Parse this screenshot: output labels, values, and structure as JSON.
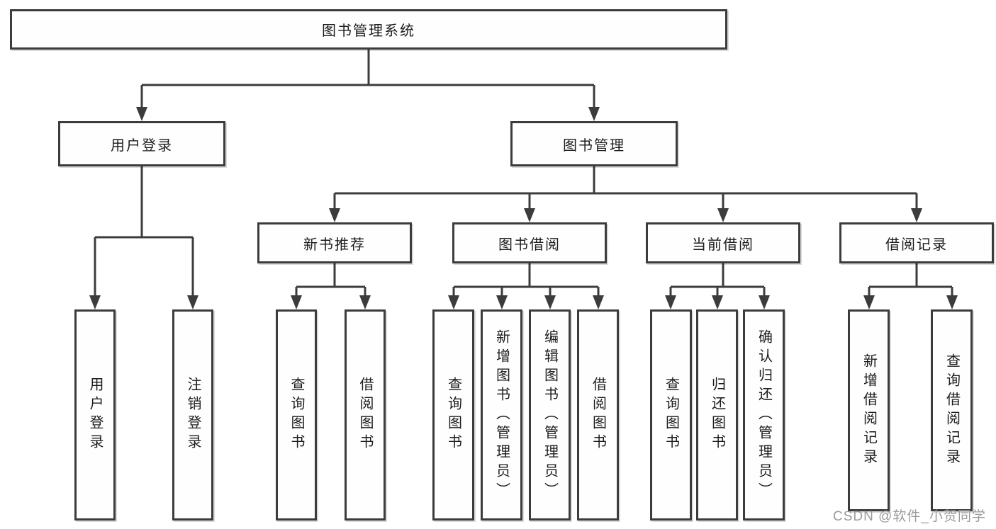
{
  "diagram": {
    "title": "图书管理系统",
    "type": "function-tree",
    "colors": {
      "line": "#3c3c3c",
      "box_border": "#3c3c3c",
      "box_fill": "#fefefe",
      "text": "#1c1c1c",
      "watermark": "#9b9b9b",
      "background": "#ffffff"
    },
    "nodes": {
      "root": "图书管理系统",
      "l2": [
        "用户登录",
        "图书管理"
      ],
      "l3": [
        "新书推荐",
        "图书借阅",
        "当前借阅",
        "借阅记录"
      ],
      "leaves_login": [
        "用户登录",
        "注销登录"
      ],
      "leaves_recommend": [
        "查询图书",
        "借阅图书"
      ],
      "leaves_borrow": [
        "查询图书",
        "新增图书（管理员）",
        "编辑图书（管理员）",
        "借阅图书"
      ],
      "leaves_current": [
        "查询图书",
        "归还图书",
        "确认归还（管理员）"
      ],
      "leaves_records": [
        "新增借阅记录",
        "查询借阅记录"
      ]
    },
    "watermark": "CSDN @软件_小贺同学"
  }
}
